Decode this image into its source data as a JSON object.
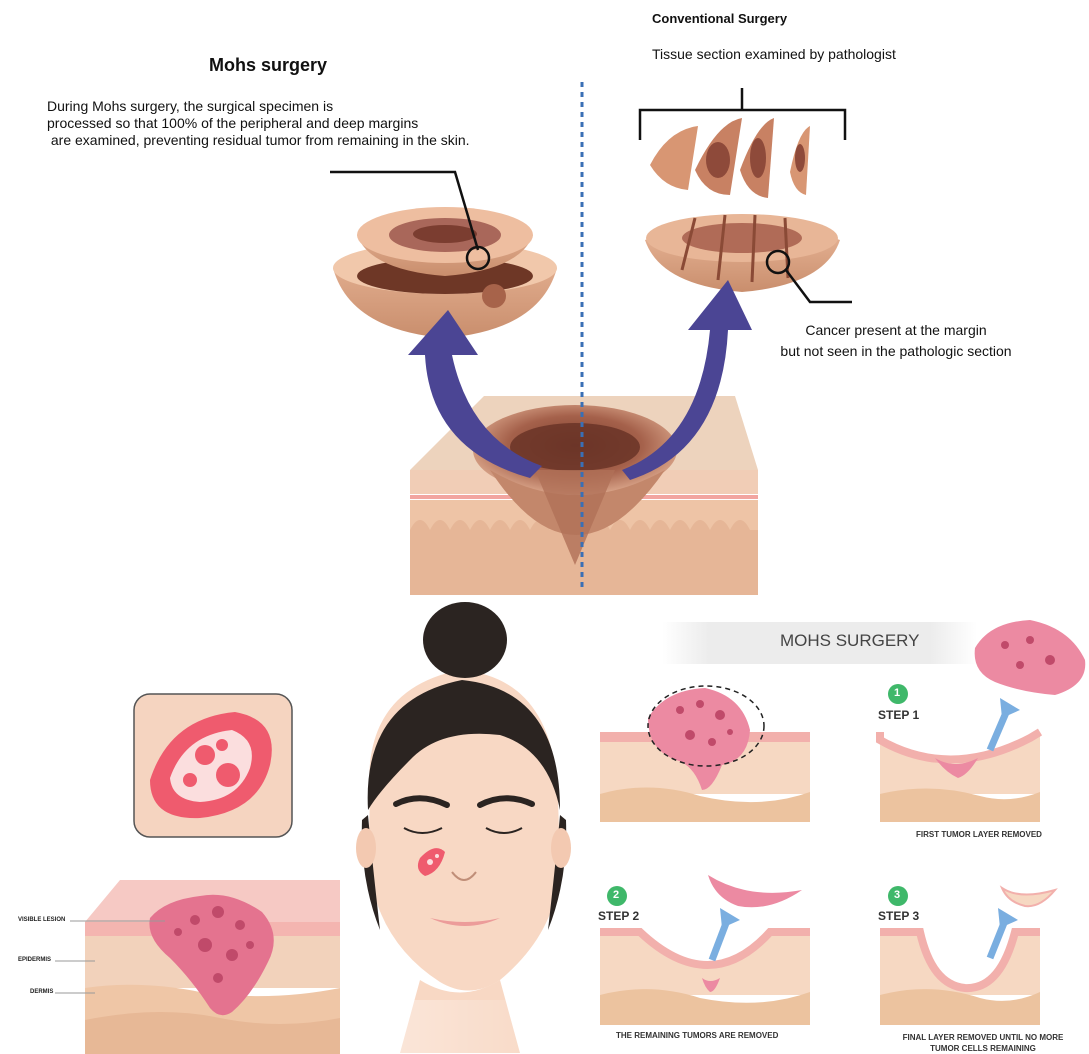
{
  "top": {
    "mohs_title": "Mohs surgery",
    "mohs_description": [
      "During Mohs surgery, the surgical specimen is",
      "processed so that 100% of the peripheral and deep margins",
      " are examined, preventing residual tumor from remaining in the skin."
    ],
    "conventional_title": "Conventional Surgery",
    "conventional_subtitle": "Tissue section examined by pathologist",
    "margin_note": [
      "Cancer present at the margin",
      "but not seen in the pathologic section"
    ]
  },
  "bottom": {
    "banner": "MOHS SURGERY",
    "skin_labels": {
      "visible_lesion": "VISIBLE LESION",
      "epidermis": "EPIDERMIS",
      "dermis": "DERMIS"
    },
    "steps": [
      {
        "number": "1",
        "label": "STEP 1",
        "caption": "FIRST TUMOR LAYER REMOVED"
      },
      {
        "number": "2",
        "label": "STEP 2",
        "caption": "THE REMAINING TUMORS ARE REMOVED"
      },
      {
        "number": "3",
        "label": "STEP 3",
        "caption": "FINAL LAYER REMOVED UNTIL NO MORE\nTUMOR CELLS REMAINING"
      }
    ]
  },
  "colors": {
    "arrow": "#4b4594",
    "divider": "#3a6fb5",
    "skin": "#f2d2bb",
    "tumor": "#e4738f",
    "step_badge": "#3fb86a",
    "step_arrow": "#7aaee0"
  }
}
